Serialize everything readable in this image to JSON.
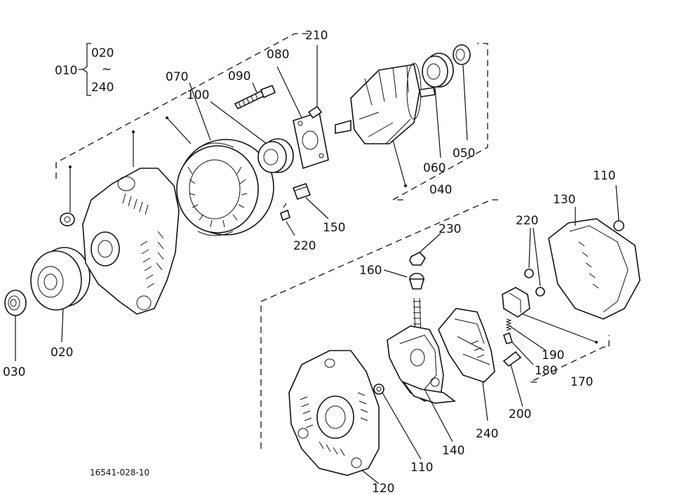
{
  "diagram": {
    "footer_code": "16541-028-10",
    "assembly_group": {
      "label": "010",
      "range_start": "020",
      "range_separator": "~",
      "range_end": "240"
    },
    "callouts": {
      "p020_pulley": "020",
      "p030_nut": "030",
      "p040_rotor": "040",
      "p050_seal": "050",
      "p060_bearing": "060",
      "p070_stator": "070",
      "p080_retainer": "080",
      "p090_stud": "090",
      "p100_bearing": "100",
      "p110_nut_a": "110",
      "p110_nut_b": "110",
      "p120_rear_frame": "120",
      "p130_cover": "130",
      "p140_rectifier": "140",
      "p150_insulator": "150",
      "p160_bushing": "160",
      "p170_regulator_assy": "170",
      "p180_spring": "180",
      "p190_holder": "190",
      "p200_screw": "200",
      "p210_screw": "210",
      "p220_screw_a": "220",
      "p220_screw_b": "220",
      "p230_nut": "230",
      "p240_brush_holder": "240"
    }
  }
}
